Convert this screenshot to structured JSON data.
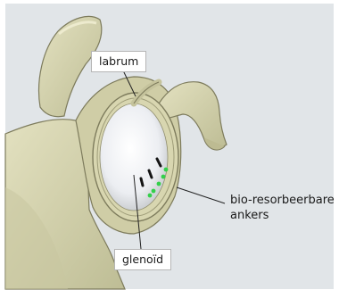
{
  "labels": {
    "labrum": "labrum",
    "glenoid": "glenoïd",
    "anchors_line1": "bio-resorbeerbare",
    "anchors_line2": "ankers"
  },
  "colors": {
    "background": "#e1e5e8",
    "bone": "#d9d7b3",
    "bone_shadow": "#b9b88f",
    "bone_outline": "#7d7b5c",
    "cartilage": "#f4f4f6",
    "anchor_marks": "#141414",
    "anchor_dots": "#33d04a"
  }
}
